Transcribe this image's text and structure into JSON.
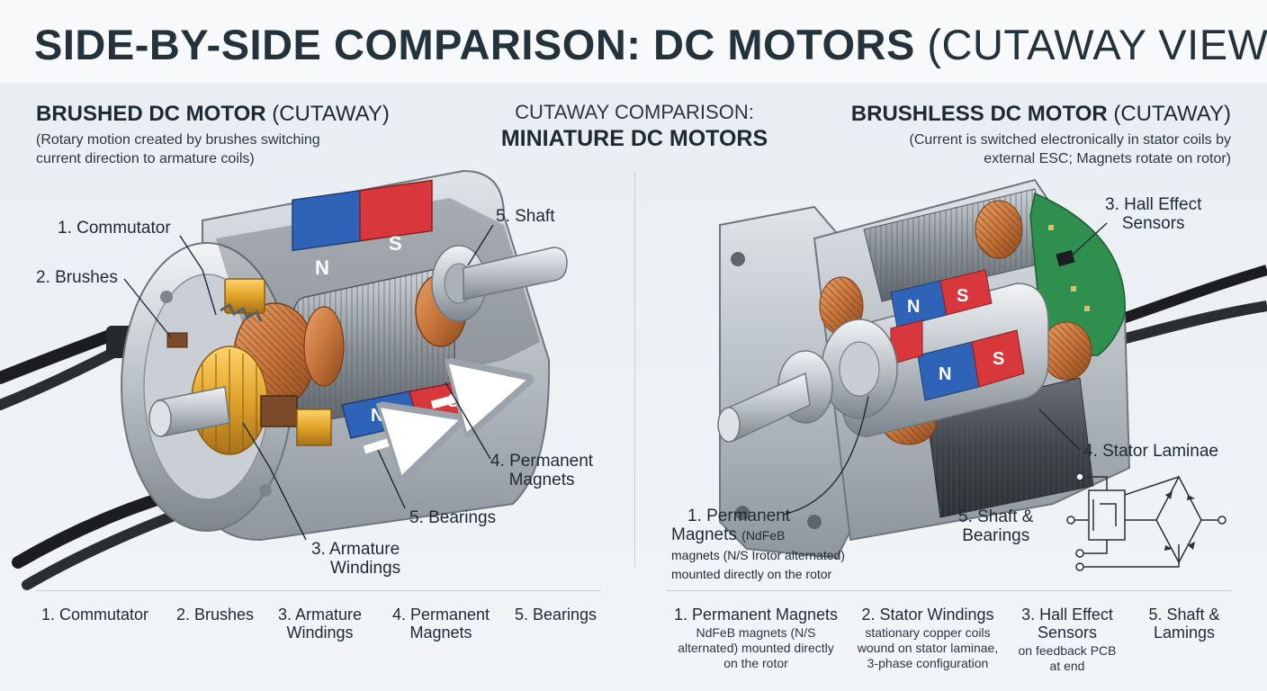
{
  "header": {
    "title_bold": "SIDE-BY-SIDE COMPARISON: DC MOTORS",
    "title_light": "(CUTAWAY VIEW)"
  },
  "center": {
    "line1": "CUTAWAY COMPARISON:",
    "line2": "MINIATURE DC MOTORS"
  },
  "brushed": {
    "title_bold": "BRUSHED DC MOTOR",
    "title_light": "(CUTAWAY)",
    "subtitle_1": "(Rotary motion created by brushes switching",
    "subtitle_2": "current direction to armature coils)",
    "callouts": {
      "commutator": "1. Commutator",
      "brushes": "2. Brushes",
      "shaft": "5. Shaft",
      "armature_1": "3. Armature",
      "armature_2": "Windings",
      "magnets_1": "4. Permanent",
      "magnets_2": "Magnets",
      "bearings": "5. Bearings"
    },
    "magnet_n": "N",
    "magnet_s": "S",
    "legend": [
      {
        "line1": "1. Commutator",
        "line2": ""
      },
      {
        "line1": "2. Brushes",
        "line2": ""
      },
      {
        "line1": "3. Armature",
        "line2": "Windings"
      },
      {
        "line1": "4. Permanent",
        "line2": "Magnets"
      },
      {
        "line1": "5. Bearings",
        "line2": ""
      }
    ]
  },
  "brushless": {
    "title_bold": "BRUSHLESS DC MOTOR",
    "title_light": "(CUTAWAY)",
    "subtitle_1": "(Current is switched electronically in stator coils by",
    "subtitle_2": "external ESC; Magnets rotate on rotor)",
    "callouts": {
      "hall_1": "3. Hall Effect",
      "hall_2": "Sensors",
      "stator": "4. Stator Laminae",
      "shaft_1": "5. Shaft &",
      "shaft_2": "Bearings",
      "magnets_1": "1. Permanent",
      "magnets_2": "Magnets",
      "magnets_2b": "(NdFeB",
      "magnets_3": "magnets (N/S Irotor alternated)",
      "magnets_4": "mounted directly on the rotor"
    },
    "magnet_n": "N",
    "magnet_s": "S",
    "legend": [
      {
        "title": "1. Permanent Magnets",
        "desc": "NdFeB magnets (N/S alternated) mounted directly on the rotor"
      },
      {
        "title": "2. Stator Windings",
        "desc": "stationary copper coils wound on stator laminae, 3-phase configuration"
      },
      {
        "title": "3. Hall Effect Sensors",
        "desc": "on feedback PCB at end"
      },
      {
        "title": "5. Shaft & Lamings",
        "desc": ""
      }
    ]
  },
  "colors": {
    "magnet_blue": "#2f63b8",
    "magnet_red": "#d8383c",
    "copper": "#c7743a",
    "pcb_green": "#2e8f4f",
    "housing": "#b9c0c6",
    "commutator_gold": "#e0a42a"
  }
}
